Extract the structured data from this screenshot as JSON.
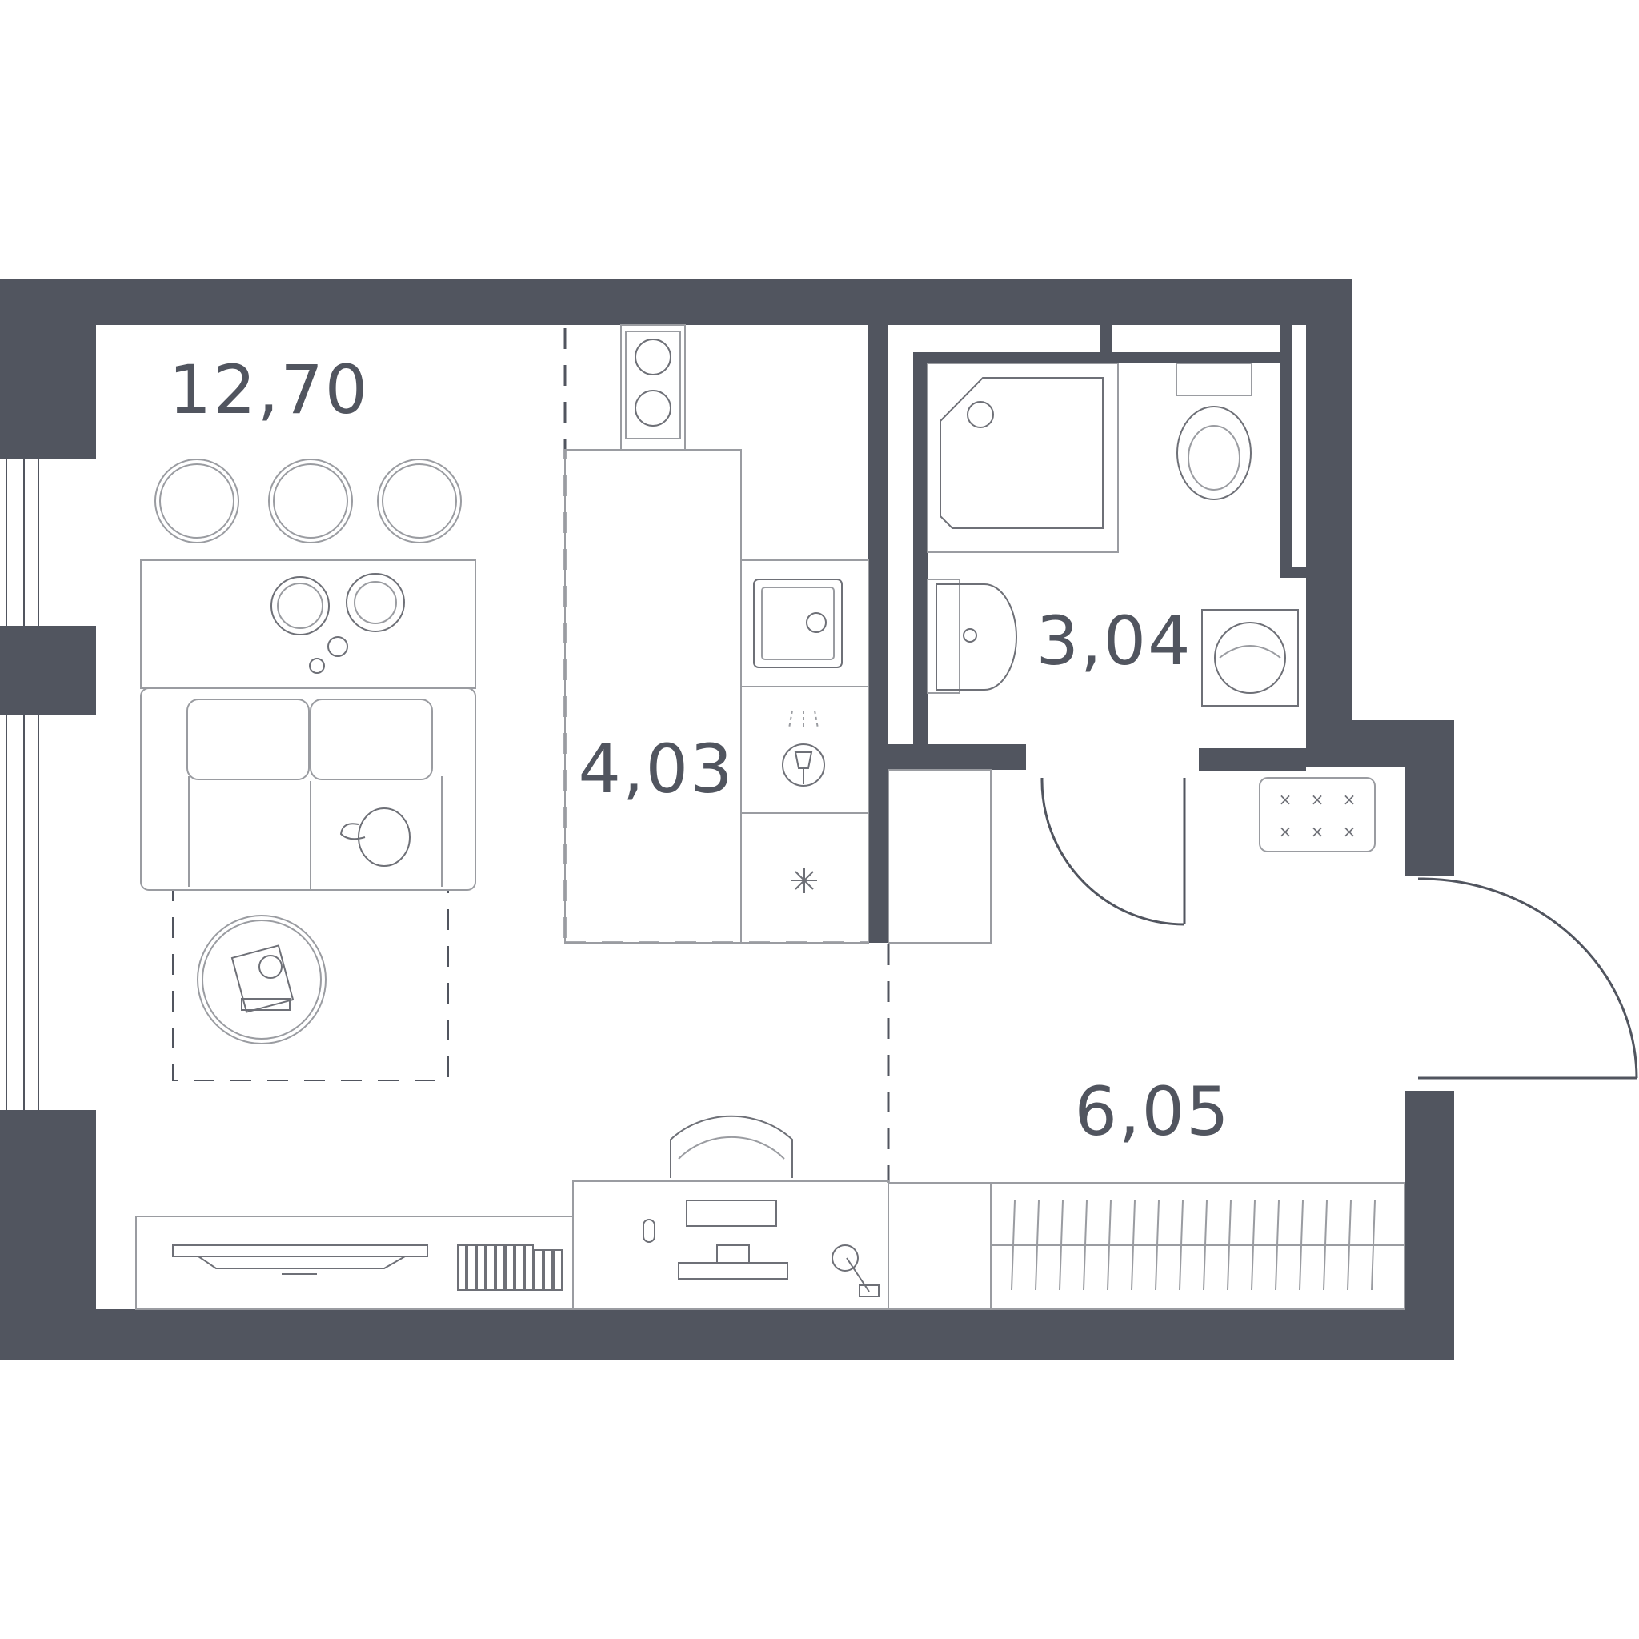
{
  "colors": {
    "wall": "#51555f",
    "background": "#ffffff",
    "furniture_stroke": "#9a9ca1",
    "label": "#51555f"
  },
  "rooms": [
    {
      "id": "living",
      "area": "12,70"
    },
    {
      "id": "kitchen",
      "area": "4,03"
    },
    {
      "id": "bathroom",
      "area": "3,04"
    },
    {
      "id": "hallway",
      "area": "6,05"
    }
  ]
}
